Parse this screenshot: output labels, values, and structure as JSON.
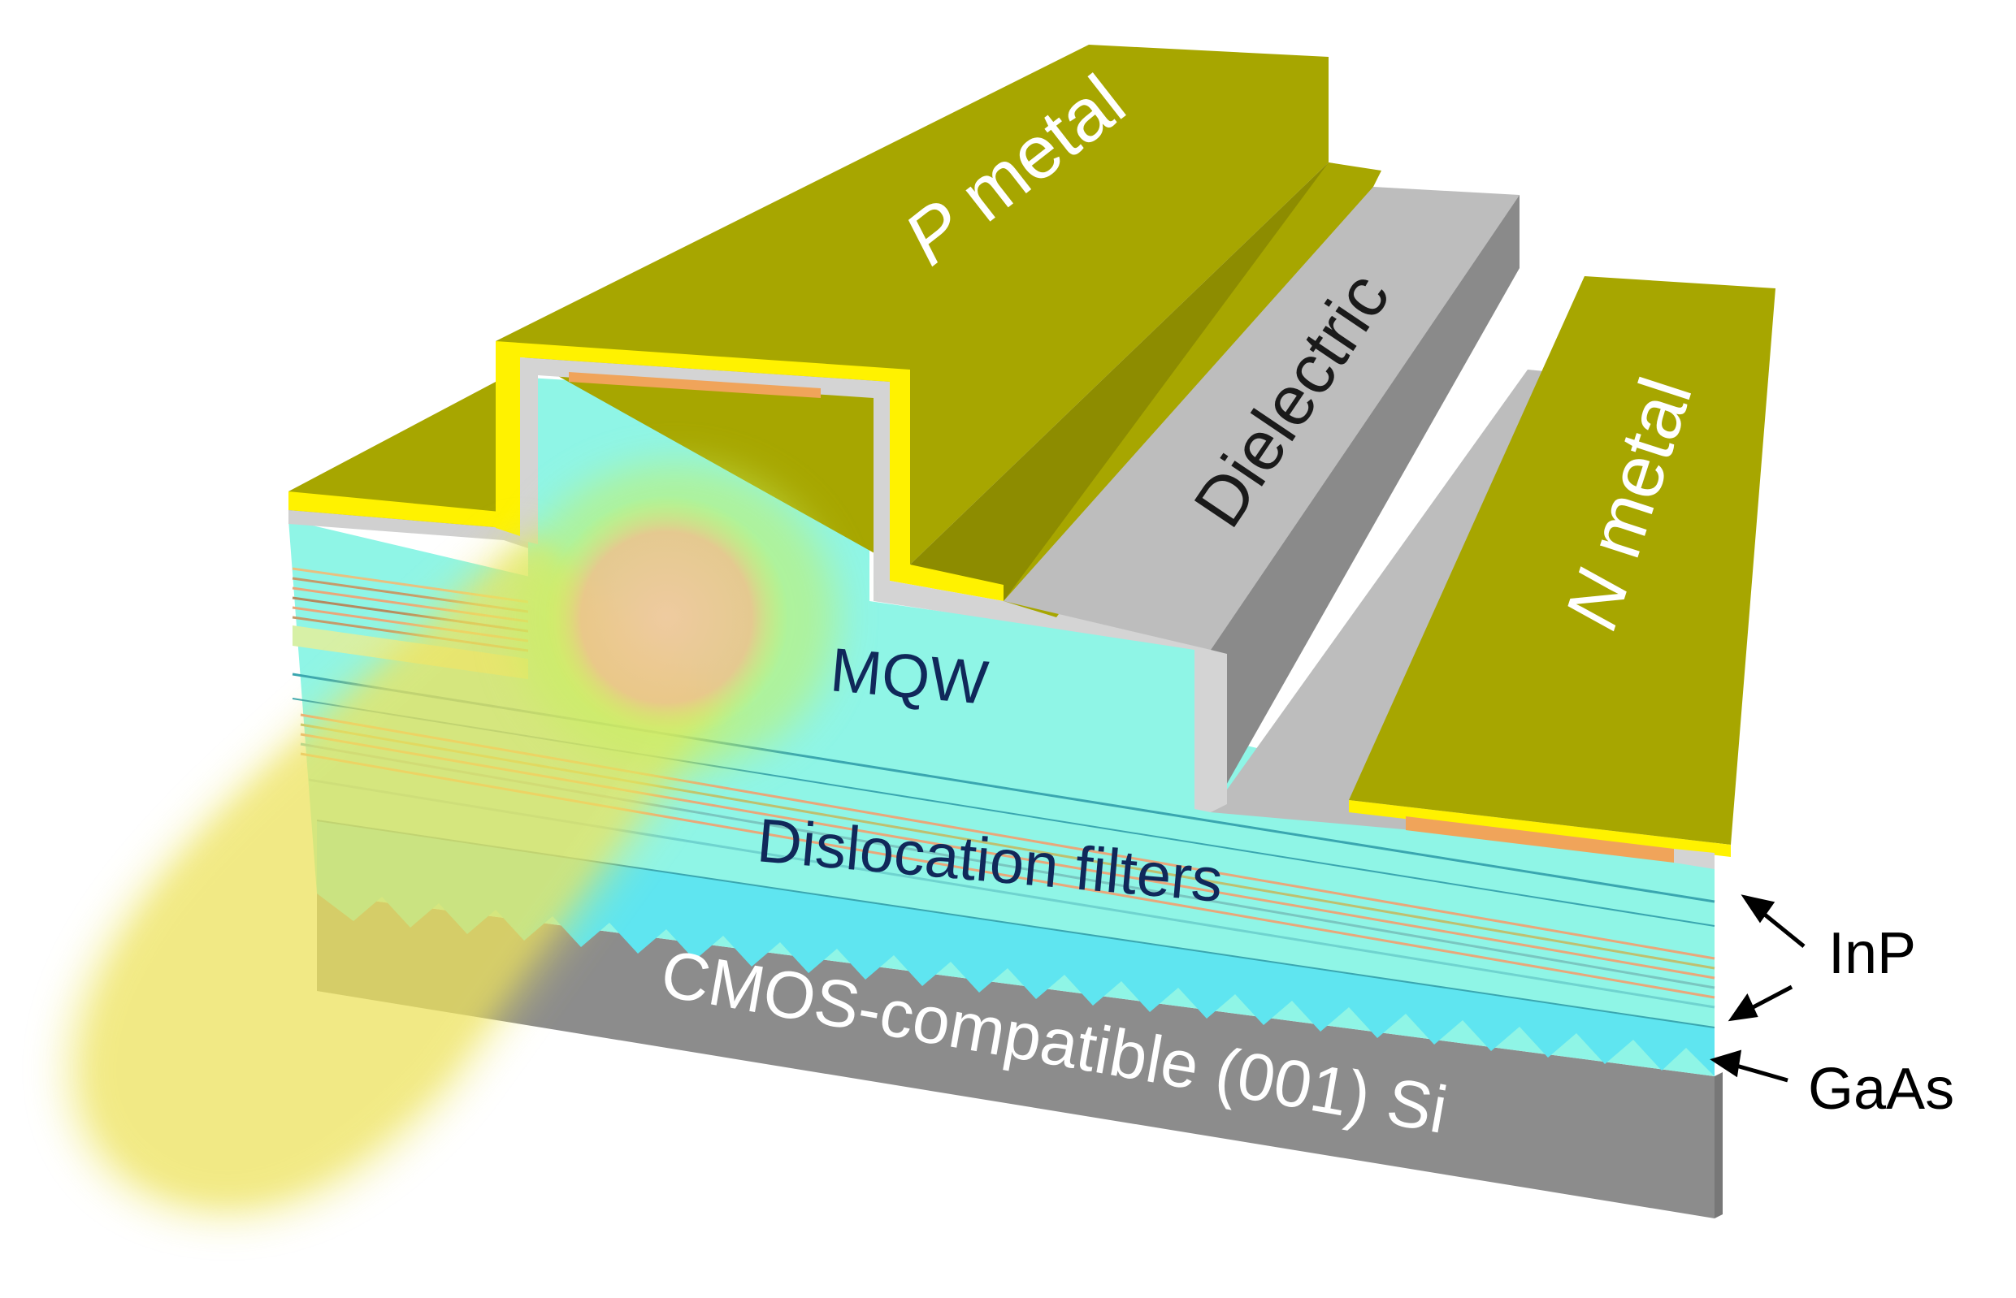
{
  "labels": {
    "p_metal_italic": "P",
    "p_metal_rest": " metal",
    "n_metal_italic": "N",
    "n_metal_rest": " metal",
    "dielectric": "Dielectric",
    "mqw": "MQW",
    "dislocation_filters": "Dislocation filters",
    "substrate": "CMOS-compatible (001) Si",
    "inp": "InP",
    "gaas": "GaAs"
  },
  "colors": {
    "metal_top": "#a7a600",
    "metal_side": "#8d8c00",
    "gold_strip": "#fff200",
    "dielectric": "#bdbdbd",
    "dielectric_dark": "#8a8a8a",
    "inp_cyan": "#8ff5e6",
    "gaas_cyan": "#5fe5f0",
    "substrate": "#8c8c8c",
    "contact_orange": "#f0a45a",
    "beam_yellow": "#ede45a",
    "text_white": "#ffffff",
    "text_navy": "#10285a",
    "text_black": "#000000"
  }
}
